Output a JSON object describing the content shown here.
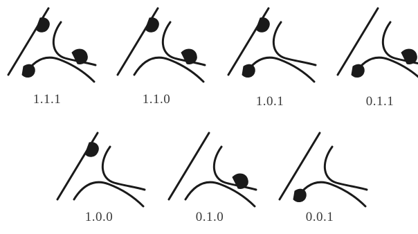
{
  "figure": {
    "stroke_color": "#1a1a1a",
    "label_color": "#3a3a3a",
    "panels": [
      {
        "label": "1.1.1",
        "sites": [
          true,
          true,
          true
        ]
      },
      {
        "label": "1.1.0",
        "sites": [
          true,
          true,
          false
        ]
      },
      {
        "label": "1.0.1",
        "sites": [
          true,
          false,
          true
        ]
      },
      {
        "label": "0.1.1",
        "sites": [
          false,
          true,
          true
        ]
      },
      {
        "label": "1.0.0",
        "sites": [
          true,
          false,
          false
        ]
      },
      {
        "label": "0.1.0",
        "sites": [
          false,
          true,
          false
        ]
      },
      {
        "label": "0.0.1",
        "sites": [
          false,
          false,
          true
        ]
      }
    ]
  }
}
